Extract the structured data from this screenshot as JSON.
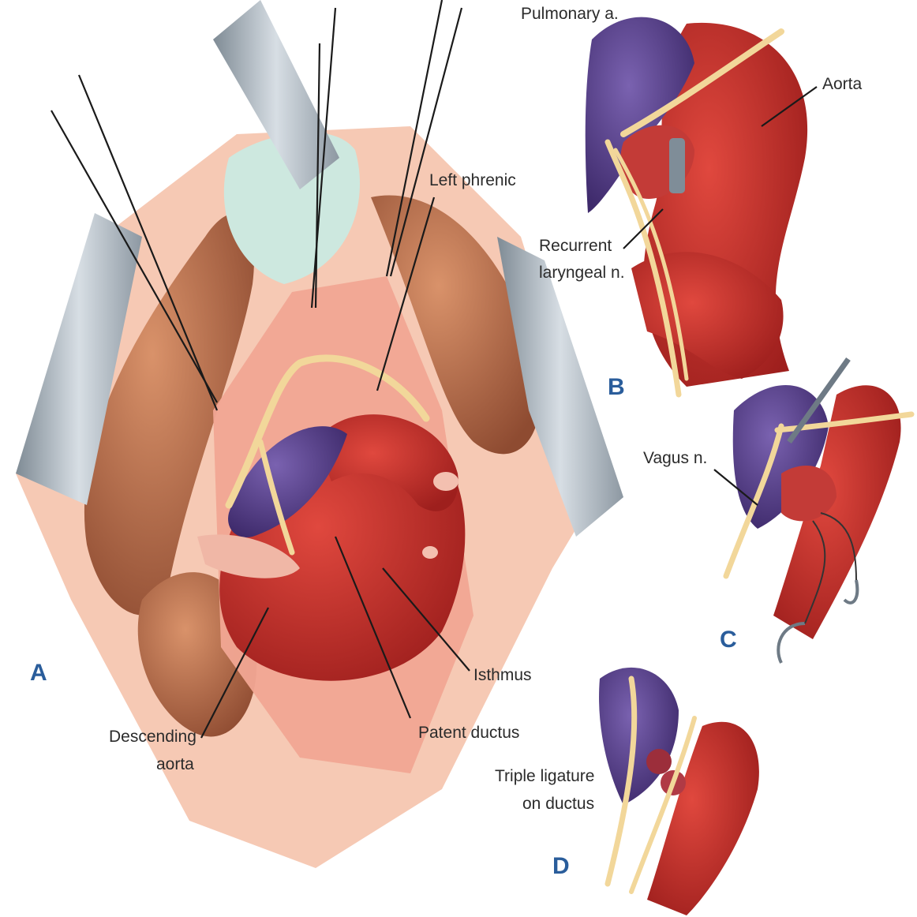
{
  "panels": {
    "a": "A",
    "b": "B",
    "c": "C",
    "d": "D"
  },
  "labels": {
    "pulmonary_a": "Pulmonary a.",
    "aorta": "Aorta",
    "left_phrenic": "Left phrenic",
    "recurrent_line1": "Recurrent",
    "recurrent_line2": "laryngeal n.",
    "vagus": "Vagus n.",
    "isthmus": "Isthmus",
    "patent_ductus": "Patent ductus",
    "descending_line1": "Descending",
    "descending_line2": "aorta",
    "triple_line1": "Triple ligature",
    "triple_line2": "on ductus"
  },
  "colors": {
    "artery_red": "#c8302c",
    "pulmonary_purple": "#5b3e8e",
    "nerve_yellow": "#f2d79a",
    "pleura_pink": "#f4b2a0",
    "lung_brown": "#b96a4a",
    "retractor_gray": "#a9b4bd",
    "panel_label_blue": "#2a5d9b"
  }
}
